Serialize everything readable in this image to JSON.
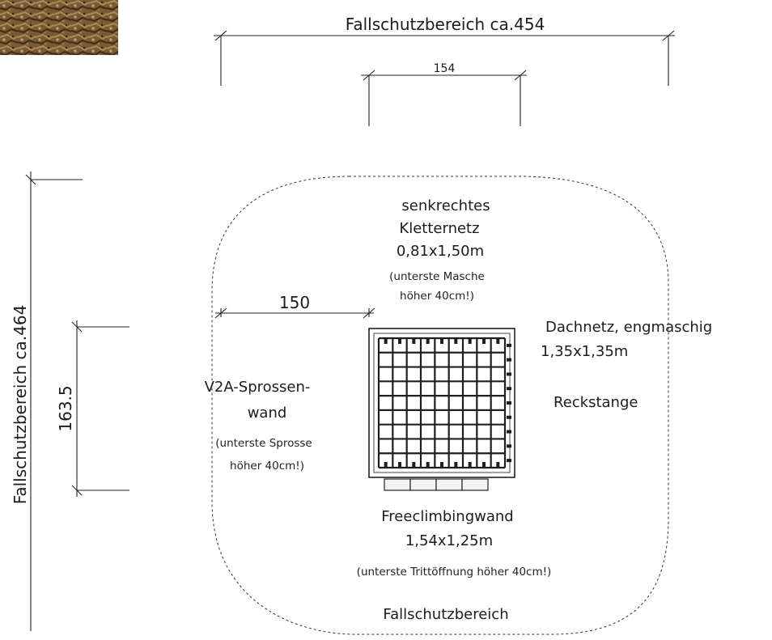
{
  "dimensions": {
    "top_width_label": "Fallschutzbereich ca.454",
    "inner_width_label": "154",
    "left_height_label": "Fallschutzbereich ca.464",
    "wall_height_label": "163.5",
    "wall_offset_label": "150"
  },
  "labels": {
    "net": {
      "line1": "senkrechtes",
      "line2": "Kletternetz",
      "size": "0,81x1,50m",
      "note1": "(unterste Masche",
      "note2": "höher 40cm!)"
    },
    "roof_net": {
      "line1": "Dachnetz, engmaschig",
      "size": "1,35x1,35m"
    },
    "bar": "Reckstange",
    "ladder_wall": {
      "line1": "V2A-Sprossen-",
      "line2": "wand",
      "note1": "(unterste Sprosse",
      "note2": "höher 40cm!)"
    },
    "climbing_wall": {
      "line1": "Freeclimbingwand",
      "size": "1,54x1,25m",
      "note": "(unterste Trittöffnung höher 40cm!)"
    },
    "fall_zone": "Fallschutzbereich"
  },
  "photo_thumbnail": {
    "colors": [
      "#6b4a2a",
      "#8a6a3e",
      "#4a3420",
      "#a88650",
      "#5c4a2c"
    ]
  }
}
